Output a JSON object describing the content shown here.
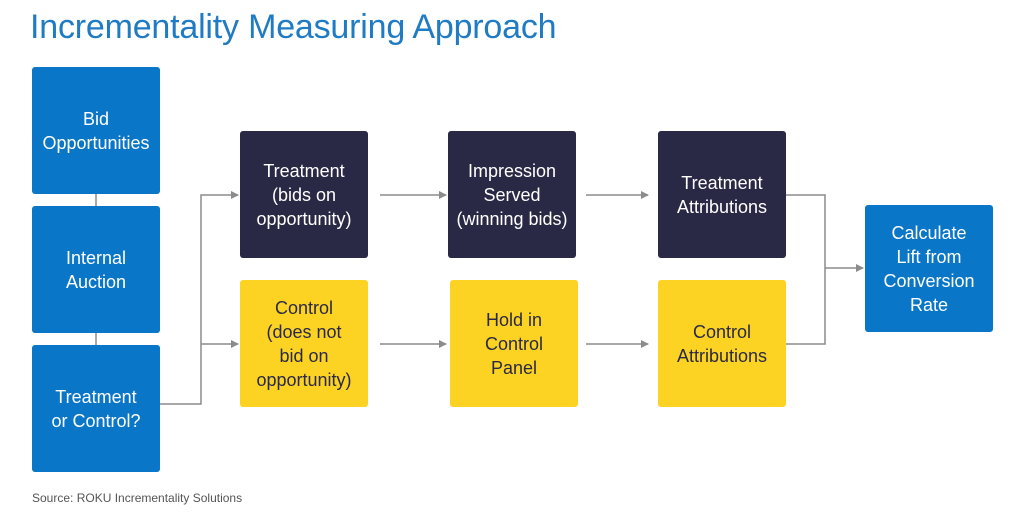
{
  "title": "Incrementality Measuring Approach",
  "colors": {
    "title": "#1f7bc4",
    "blue_box": "#0a76c8",
    "navy_box": "#2a2945",
    "yellow_box": "#fdd323",
    "connector": "#8c8c8c"
  },
  "nodes": {
    "bid_opportunities": "Bid\nOpportunities",
    "internal_auction": "Internal\nAuction",
    "treatment_or_control": "Treatment\nor Control?",
    "treatment": "Treatment\n(bids on\nopportunity)",
    "impression_served": "Impression\nServed\n(winning bids)",
    "treatment_attributions": "Treatment\nAttributions",
    "control": "Control\n(does not\nbid on\nopportunity)",
    "hold_in_control_panel": "Hold in\nControl\nPanel",
    "control_attributions": "Control\nAttributions",
    "calculate_lift": "Calculate\nLift from\nConversion\nRate"
  },
  "source": "Source: ROKU Incrementality Solutions"
}
